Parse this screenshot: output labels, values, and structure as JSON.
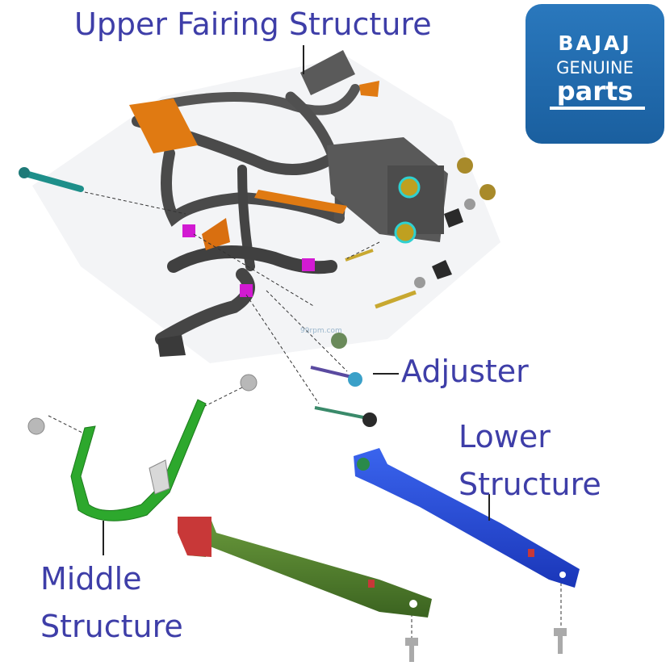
{
  "labels": {
    "upper": "Upper Fairing Structure",
    "adjuster": "Adjuster",
    "lower_line1": "Lower",
    "lower_line2": "Structure",
    "middle_line1": "Middle",
    "middle_line2": "Structure"
  },
  "badge": {
    "brand": "BAJAJ",
    "line2": "GENUINE",
    "line3": "parts"
  },
  "watermark": "99rpm.com",
  "colors": {
    "label_text": "#3e3ea8",
    "badge_bg": "#1f6aad",
    "upper_frame": "#4a4a4a",
    "upper_accent": "#e07a12",
    "bushing_magenta": "#d21ad2",
    "middle_structure": "#2da82d",
    "lower_structure": "#2148d8",
    "bottom_bar": "#4f7a2c",
    "bottom_bar_end": "#c83838",
    "adjuster": "#3aa0c8"
  }
}
